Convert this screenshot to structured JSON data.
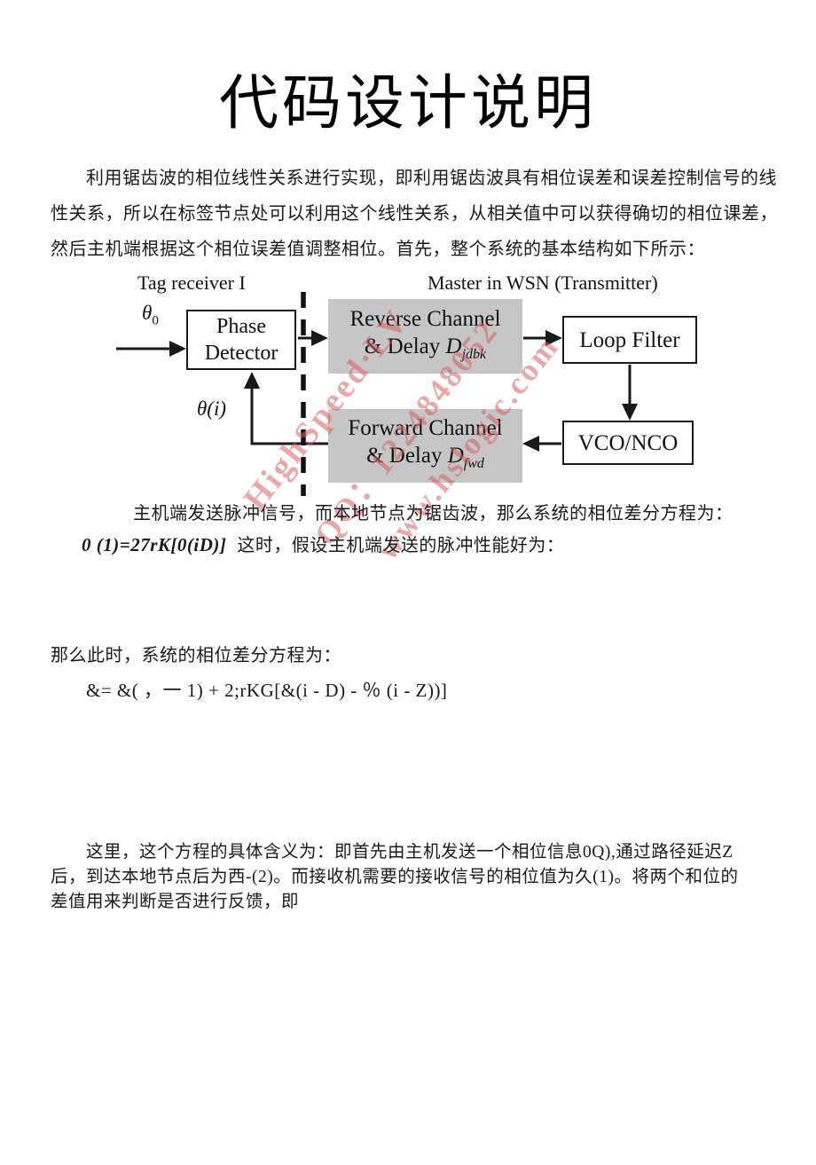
{
  "document": {
    "title": "代码设计说明",
    "intro": {
      "line1": "利用锯齿波的相位线性关系进行实现，即利用锯齿波具有相位误差和误差控制信号的线",
      "line2": "性关系，所以在标签节点处可以利用这个线性关系，从相关值中可以获得确切的相位课差，",
      "line3": "然后主机端根据这个相位误差值调整相位。首先，整个系统的基本结构如下所示："
    },
    "after_diagram": "主机端发送脉冲信号，而本地节点为锯齿波，那么系统的相位差分方程为：",
    "equation1": "0 (1)=27rK[0(iD)]",
    "equation1_tail": "这时，假设主机端发送的脉冲性能好为：",
    "para_then": "那么此时，系统的相位差分方程为：",
    "equation2": "&= &( ，一 1) + 2;rKG[&(i - D) - ％ (i - Z))]",
    "closing": {
      "line1": "这里，这个方程的具体含义为：即首先由主机发送一个相位信息0Q),通过路径延迟Z",
      "line2": "后，到达本地节点后为西-(2)。而接收机需要的接收信号的相位值为久(1)。将两个和位的",
      "line3": "差值用来判断是否进行反馈，即"
    }
  },
  "diagram": {
    "tag_label": "Tag receiver I",
    "master_label": "Master in WSN (Transmitter)",
    "theta_in": "θ",
    "theta_in_sub": "0",
    "theta_feedback": "θ(i)",
    "phase_detector_line1": "Phase",
    "phase_detector_line2": "Detector",
    "reverse_line1": "Reverse Channel",
    "reverse_line2": "& Delay ",
    "reverse_var": "D",
    "reverse_sub": "jdbk",
    "loop_filter": "Loop Filter",
    "vco": "VCO/NCO",
    "forward_line1": "Forward Channel",
    "forward_line2": "& Delay ",
    "forward_var": "D",
    "forward_sub": "fwd",
    "block_fill_color": "#c6c6c6",
    "line_color": "#1a1a1a",
    "watermark": {
      "line1": "HighSpeed·LV",
      "line2": "QQ：1224848052",
      "line3": "www.hslogic.com",
      "color": "#d95f5f"
    }
  }
}
